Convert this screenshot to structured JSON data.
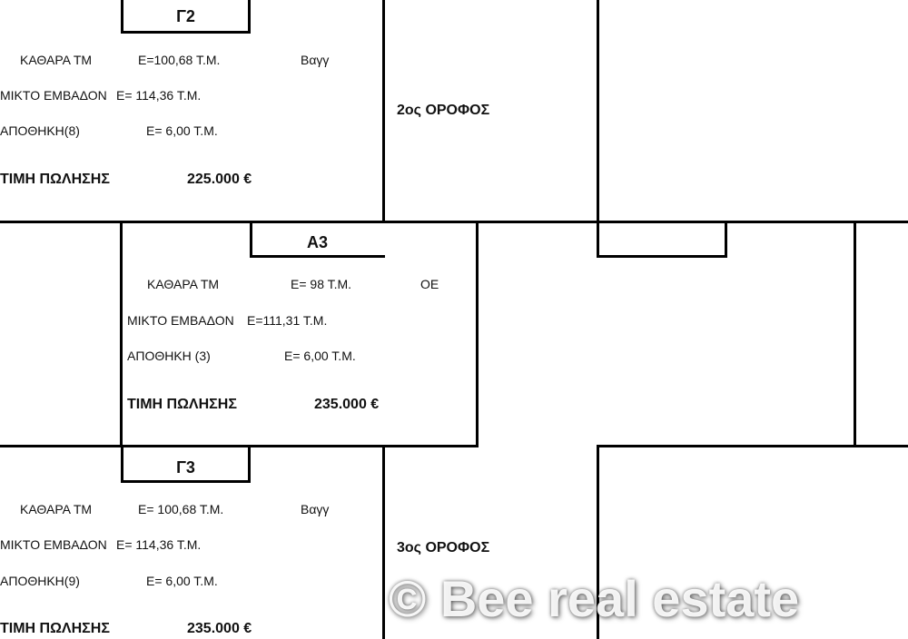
{
  "floors": {
    "second": "2ος  ΟΡΟΦΟΣ",
    "third": "3ος  ΟΡΟΦΟΣ"
  },
  "units": [
    {
      "label": "Γ2",
      "net_label": "ΚΑΘΑΡΑ ΤΜ",
      "net": "Ε=100,68  Τ.Μ.",
      "orientation": "Βαγγ",
      "gross_label": "ΜΙΚΤΟ ΕΜΒΑΔΟΝ",
      "gross": "Ε= 114,36  Τ.Μ.",
      "storage_label": "ΑΠΟΘΗΚΗ(8)",
      "storage": "Ε= 6,00 Τ.Μ.",
      "price_label": "ΤΙΜΗ ΠΩΛΗΣΗΣ",
      "price": "225.000 €"
    },
    {
      "label": "Α3",
      "net_label": "ΚΑΘΑΡΑ ΤΜ",
      "net": "Ε= 98 Τ.Μ.",
      "orientation": "ΟΕ",
      "gross_label": "ΜΙΚΤΟ ΕΜΒΑΔΟΝ",
      "gross": "Ε=111,31  Τ.Μ.",
      "storage_label": "ΑΠΟΘΗΚΗ (3)",
      "storage": "Ε= 6,00 Τ.Μ.",
      "price_label": "ΤΙΜΗ ΠΩΛΗΣΗΣ",
      "price": "235.000 €"
    },
    {
      "label": "Γ3",
      "net_label": "ΚΑΘΑΡΑ ΤΜ",
      "net": "Ε= 100,68 Τ.Μ.",
      "orientation": "Βαγγ",
      "gross_label": "ΜΙΚΤΟ ΕΜΒΑΔΟΝ",
      "gross": "Ε= 114,36 Τ.Μ.",
      "storage_label": "ΑΠΟΘΗΚΗ(9)",
      "storage": "Ε= 6,00 Τ.Μ.",
      "price_label": "ΤΙΜΗ ΠΩΛΗΣΗΣ",
      "price": "235.000 €"
    }
  ],
  "watermark": "© Bee real estate"
}
